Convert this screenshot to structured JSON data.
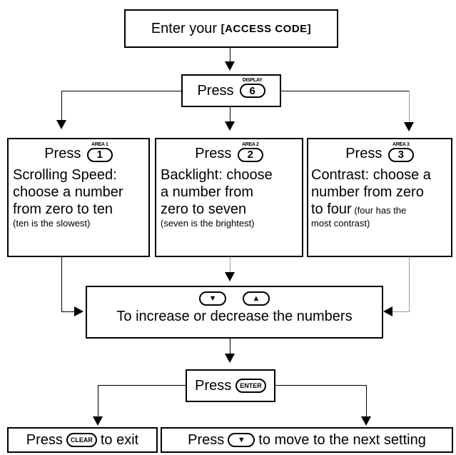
{
  "start": {
    "prefix": "Enter your ",
    "code": "[ACCESS CODE]"
  },
  "press_display": {
    "press": "Press",
    "key_top": "DISPLAY",
    "key_num": "6"
  },
  "options": [
    {
      "press": "Press",
      "key_top": "AREA 1",
      "key_num": "1",
      "lines": [
        "Scrolling Speed:",
        "choose a number",
        "from zero to ten"
      ],
      "note": "(ten is the slowest)"
    },
    {
      "press": "Press",
      "key_top": "AREA 2",
      "key_num": "2",
      "lines": [
        "Backlight: choose",
        "a number from",
        "zero to seven"
      ],
      "note": "(seven is the brightest)"
    },
    {
      "press": "Press",
      "key_top": "AREA 3",
      "key_num": "3",
      "lines": [
        "Contrast: choose a",
        "number from zero",
        "to four"
      ],
      "note_inline": " (four has the",
      "note": "most contrast)"
    }
  ],
  "adjust": {
    "down": "▼",
    "up": "▲",
    "text": "To increase or decrease the numbers"
  },
  "press_enter": {
    "press": "Press",
    "key": "ENTER"
  },
  "exit": {
    "press": "Press",
    "key": "CLEAR",
    "suffix": "to exit"
  },
  "next": {
    "press": "Press",
    "key": "▼",
    "suffix": "to move to the next setting"
  }
}
